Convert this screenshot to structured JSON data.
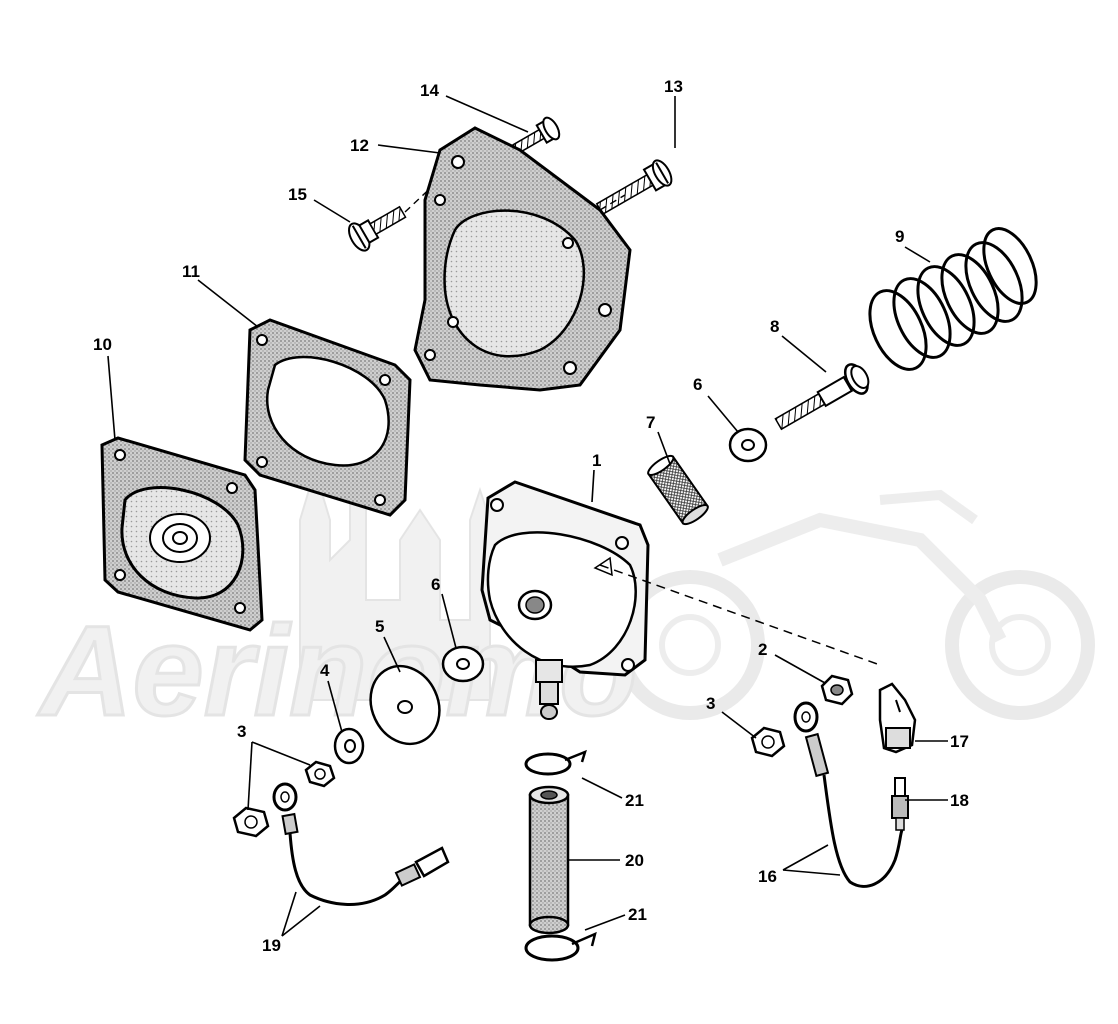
{
  "watermark": {
    "text": "Aerinomo"
  },
  "callouts": {
    "c1": "1",
    "c2": "2",
    "c3a": "3",
    "c3b": "3",
    "c4": "4",
    "c5": "5",
    "c6a": "6",
    "c6b": "6",
    "c7": "7",
    "c8": "8",
    "c9": "9",
    "c10": "10",
    "c11": "11",
    "c12": "12",
    "c13": "13",
    "c14": "14",
    "c15": "15",
    "c16": "16",
    "c17": "17",
    "c18": "18",
    "c19": "19",
    "c20": "20",
    "c21a": "21",
    "c21b": "21"
  }
}
